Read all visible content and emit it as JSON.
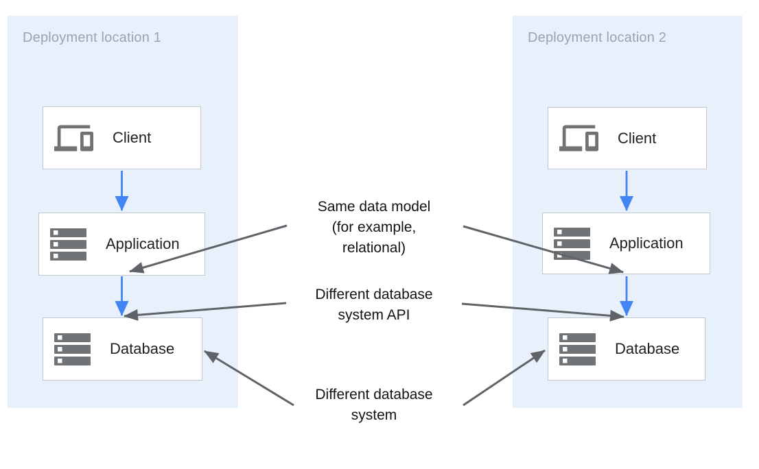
{
  "diagram": {
    "panels": [
      {
        "title": "Deployment location 1",
        "boxes": [
          {
            "label": "Client",
            "icon": "devices-icon"
          },
          {
            "label": "Application",
            "icon": "server-stack-icon"
          },
          {
            "label": "Database",
            "icon": "server-stack-icon"
          }
        ]
      },
      {
        "title": "Deployment location 2",
        "boxes": [
          {
            "label": "Client",
            "icon": "devices-icon"
          },
          {
            "label": "Application",
            "icon": "server-stack-icon"
          },
          {
            "label": "Database",
            "icon": "server-stack-icon"
          }
        ]
      }
    ],
    "annotations": [
      "Same data model\n(for example,\nrelational)",
      "Different database\nsystem API",
      "Different database\nsystem"
    ]
  },
  "colors": {
    "panel_bg": "#E7F0FB",
    "box_bg": "#FFFFFF",
    "box_border": "#C2C7CC",
    "flow_arrow": "#4284F4",
    "annotation_arrow": "#5F6368",
    "icon": "#6F7376",
    "panel_title": "#9AA4B0",
    "box_label": "#212124",
    "annotation_text": "#121212"
  }
}
